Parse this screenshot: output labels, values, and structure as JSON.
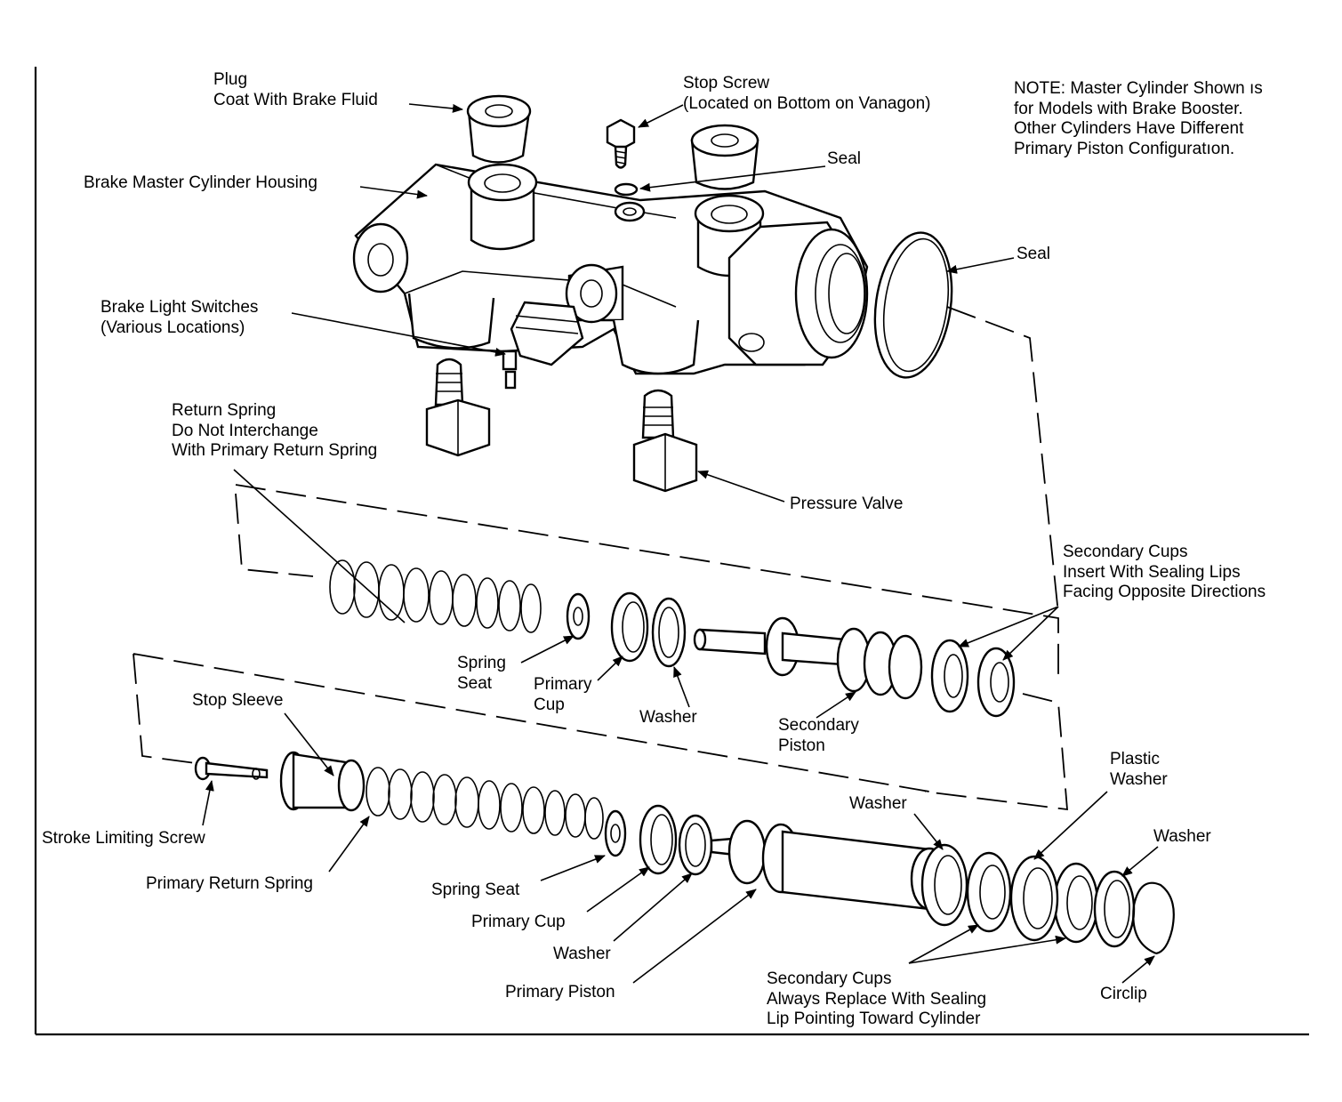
{
  "labels": {
    "plug": "Plug\nCoat With Brake Fluid",
    "stop_screw": "Stop Screw\n(Located on Bottom on Vanagon)",
    "note": "NOTE: Master Cylinder Shown ıs\nfor Models with Brake Booster.\nOther Cylinders Have Different\nPrimary Piston Configuratıon.",
    "housing": "Brake Master Cylinder Housing",
    "seal_top": "Seal",
    "seal_right": "Seal",
    "brake_light": "Brake Light Switches\n(Various Locations)",
    "return_spring": "Return Spring\nDo Not Interchange\nWith Primary Return Spring",
    "pressure_valve": "Pressure Valve",
    "secondary_cups_top": "Secondary Cups\nInsert With Sealing Lips\nFacing Opposite Directions",
    "spring_seat_1": "Spring\nSeat",
    "primary_cup_1": "Primary\nCup",
    "washer_1": "Washer",
    "secondary_piston": "Secondary\nPiston",
    "stop_sleeve": "Stop Sleeve",
    "stroke_limiting_screw": "Stroke Limiting Screw",
    "primary_return_spring": "Primary Return Spring",
    "spring_seat_2": "Spring Seat",
    "primary_cup_2": "Primary Cup",
    "washer_2": "Washer",
    "primary_piston": "Primary Piston",
    "washer_3": "Washer",
    "plastic_washer": "Plastic\nWasher",
    "washer_4": "Washer",
    "secondary_cups_bottom": "Secondary Cups\nAlways Replace With Sealing\nLip Pointing Toward Cylinder",
    "circlip": "Circlip"
  }
}
